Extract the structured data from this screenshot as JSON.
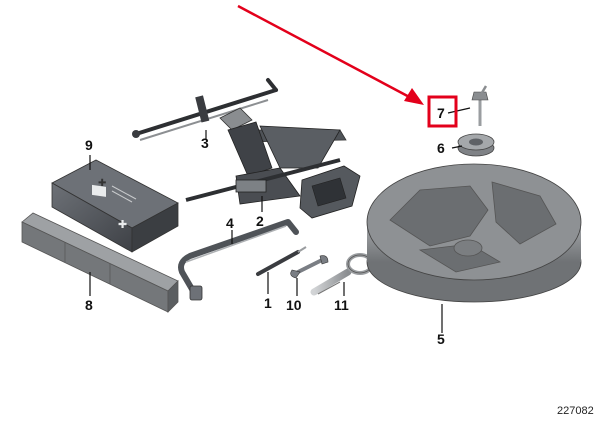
{
  "parts": [
    {
      "key": "p1",
      "number": "1",
      "description": "screwdriver"
    },
    {
      "key": "p2",
      "number": "2",
      "description": "scissor jack"
    },
    {
      "key": "p3",
      "number": "3",
      "description": "jack crank handle"
    },
    {
      "key": "p4",
      "number": "4",
      "description": "wheel bolt wrench"
    },
    {
      "key": "p5",
      "number": "5",
      "description": "foam tool tray"
    },
    {
      "key": "p6",
      "number": "6",
      "description": "cap nut"
    },
    {
      "key": "p7",
      "number": "7",
      "description": "fixing bolt"
    },
    {
      "key": "p8",
      "number": "8",
      "description": "wedge block"
    },
    {
      "key": "p9",
      "number": "9",
      "description": "first aid kit"
    },
    {
      "key": "p10",
      "number": "10",
      "description": "open-end wrench"
    },
    {
      "key": "p11",
      "number": "11",
      "description": "towing eye"
    }
  ],
  "highlight": {
    "part": "7",
    "box_color": "#e3001b",
    "arrow_color": "#e3001b"
  },
  "reference_code": "227082",
  "colors": {
    "part_dark": "#4f5358",
    "part_mid": "#7a7e84",
    "part_light": "#b9bcbf",
    "tray": "#8e9194"
  }
}
